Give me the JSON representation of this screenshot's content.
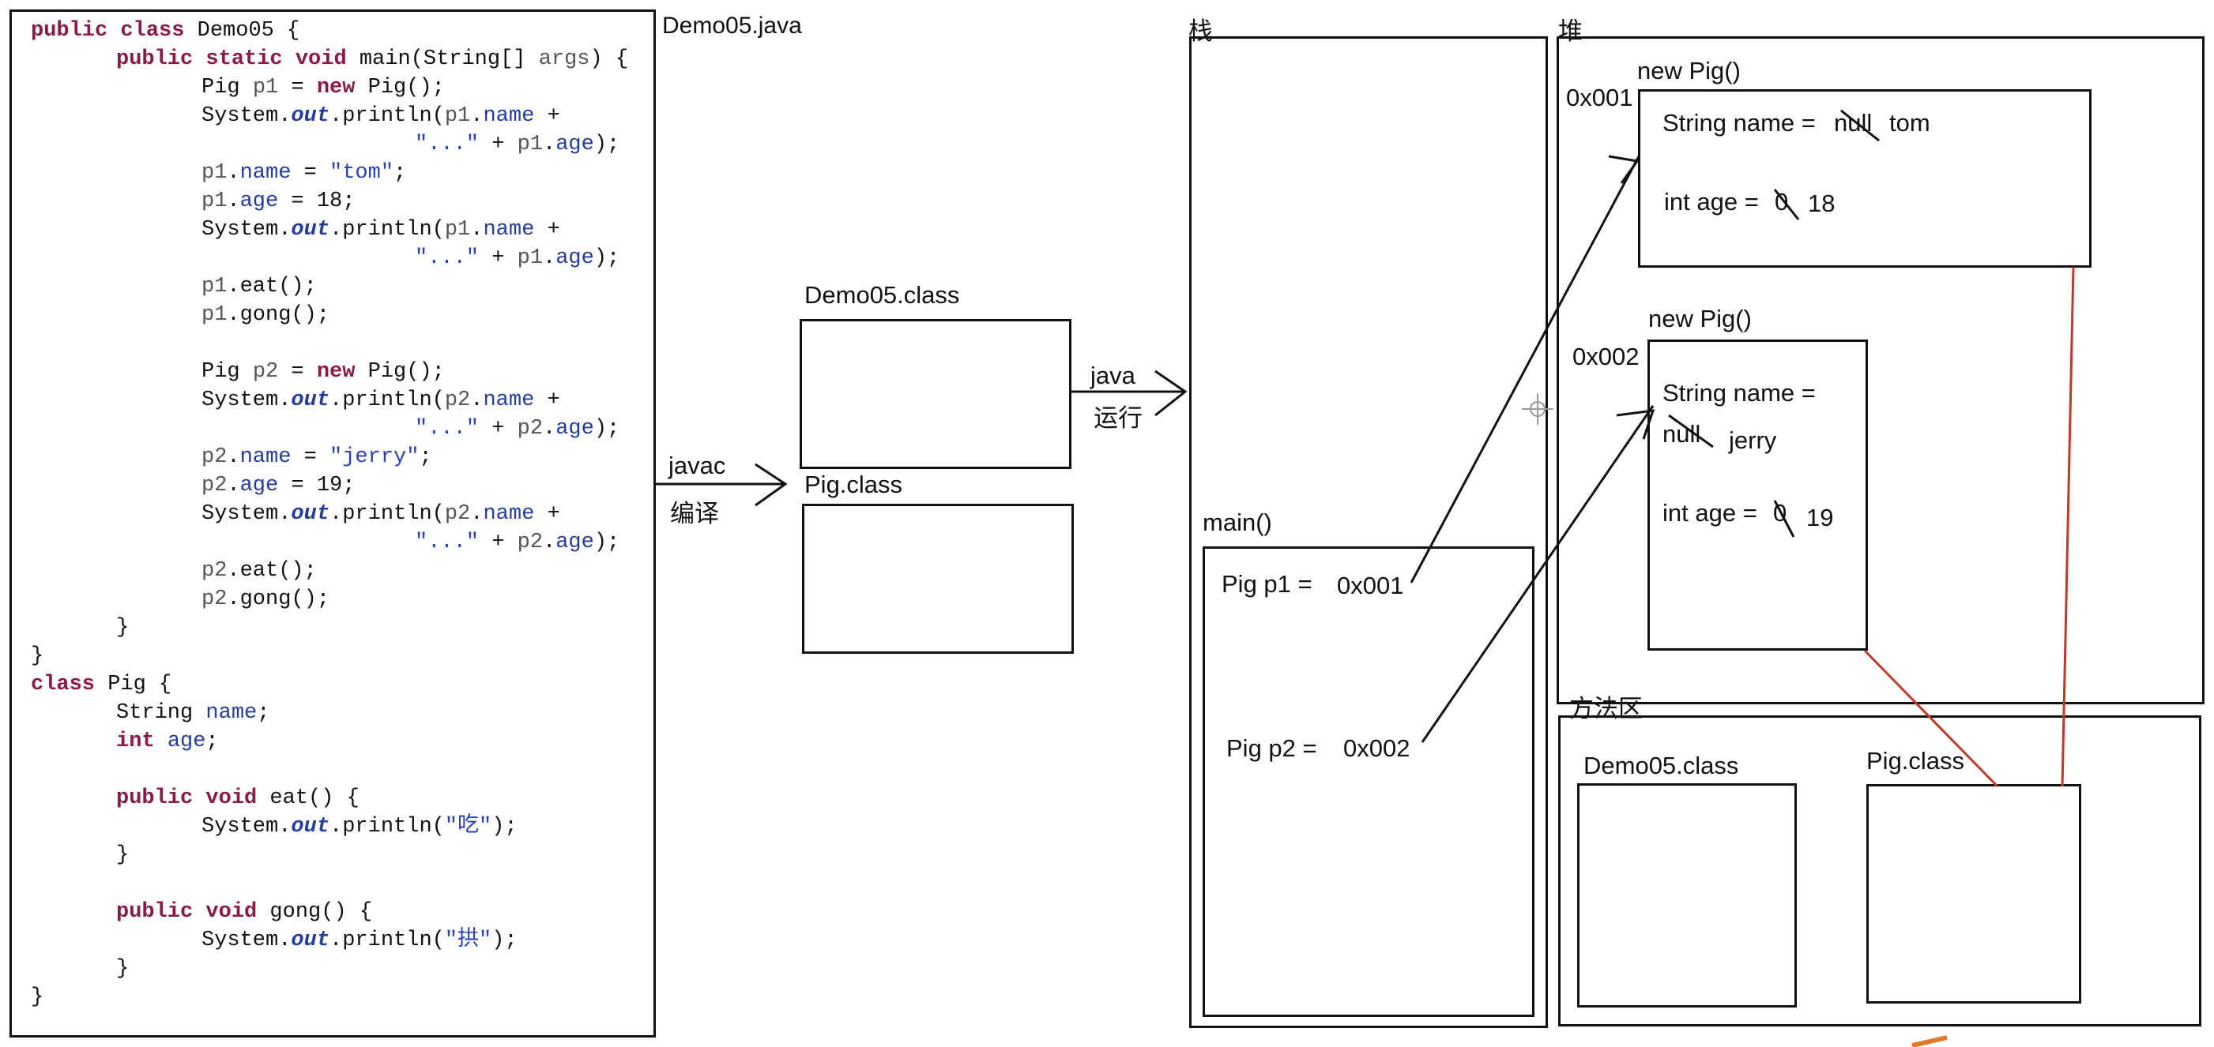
{
  "code": {
    "filename": "Demo05.java",
    "lines": [
      {
        "indent": 0,
        "tokens": [
          {
            "t": "public class",
            "c": "kw"
          },
          {
            "t": " Demo05 {",
            "c": ""
          }
        ]
      },
      {
        "indent": 1,
        "tokens": [
          {
            "t": "public static void",
            "c": "kw"
          },
          {
            "t": " main(String[] ",
            "c": ""
          },
          {
            "t": "args",
            "c": "var"
          },
          {
            "t": ") {",
            "c": ""
          }
        ]
      },
      {
        "indent": 2,
        "tokens": [
          {
            "t": "Pig ",
            "c": ""
          },
          {
            "t": "p1",
            "c": "var"
          },
          {
            "t": " = ",
            "c": ""
          },
          {
            "t": "new",
            "c": "kw"
          },
          {
            "t": " Pig();",
            "c": ""
          }
        ]
      },
      {
        "indent": 2,
        "tokens": [
          {
            "t": "System.",
            "c": ""
          },
          {
            "t": "out",
            "c": "st"
          },
          {
            "t": ".println(",
            "c": ""
          },
          {
            "t": "p1",
            "c": "var"
          },
          {
            "t": ".",
            "c": ""
          },
          {
            "t": "name",
            "c": "fld"
          },
          {
            "t": " +",
            "c": ""
          }
        ]
      },
      {
        "indent": 4.5,
        "tokens": [
          {
            "t": "\"...\"",
            "c": "str"
          },
          {
            "t": " + ",
            "c": ""
          },
          {
            "t": "p1",
            "c": "var"
          },
          {
            "t": ".",
            "c": ""
          },
          {
            "t": "age",
            "c": "fld"
          },
          {
            "t": ");",
            "c": ""
          }
        ]
      },
      {
        "indent": 2,
        "tokens": [
          {
            "t": "p1",
            "c": "var"
          },
          {
            "t": ".",
            "c": ""
          },
          {
            "t": "name",
            "c": "fld"
          },
          {
            "t": " = ",
            "c": ""
          },
          {
            "t": "\"tom\"",
            "c": "str"
          },
          {
            "t": ";",
            "c": ""
          }
        ]
      },
      {
        "indent": 2,
        "tokens": [
          {
            "t": "p1",
            "c": "var"
          },
          {
            "t": ".",
            "c": ""
          },
          {
            "t": "age",
            "c": "fld"
          },
          {
            "t": " = 18;",
            "c": ""
          }
        ]
      },
      {
        "indent": 2,
        "tokens": [
          {
            "t": "System.",
            "c": ""
          },
          {
            "t": "out",
            "c": "st"
          },
          {
            "t": ".println(",
            "c": ""
          },
          {
            "t": "p1",
            "c": "var"
          },
          {
            "t": ".",
            "c": ""
          },
          {
            "t": "name",
            "c": "fld"
          },
          {
            "t": " +",
            "c": ""
          }
        ]
      },
      {
        "indent": 4.5,
        "tokens": [
          {
            "t": "\"...\"",
            "c": "str"
          },
          {
            "t": " + ",
            "c": ""
          },
          {
            "t": "p1",
            "c": "var"
          },
          {
            "t": ".",
            "c": ""
          },
          {
            "t": "age",
            "c": "fld"
          },
          {
            "t": ");",
            "c": ""
          }
        ]
      },
      {
        "indent": 2,
        "tokens": [
          {
            "t": "p1",
            "c": "var"
          },
          {
            "t": ".eat();",
            "c": ""
          }
        ]
      },
      {
        "indent": 2,
        "tokens": [
          {
            "t": "p1",
            "c": "var"
          },
          {
            "t": ".gong();",
            "c": ""
          }
        ]
      },
      {
        "indent": 0,
        "tokens": []
      },
      {
        "indent": 2,
        "tokens": [
          {
            "t": "Pig ",
            "c": ""
          },
          {
            "t": "p2",
            "c": "var"
          },
          {
            "t": " = ",
            "c": ""
          },
          {
            "t": "new",
            "c": "kw"
          },
          {
            "t": " Pig();",
            "c": ""
          }
        ]
      },
      {
        "indent": 2,
        "tokens": [
          {
            "t": "System.",
            "c": ""
          },
          {
            "t": "out",
            "c": "st"
          },
          {
            "t": ".println(",
            "c": ""
          },
          {
            "t": "p2",
            "c": "var"
          },
          {
            "t": ".",
            "c": ""
          },
          {
            "t": "name",
            "c": "fld"
          },
          {
            "t": " +",
            "c": ""
          }
        ]
      },
      {
        "indent": 4.5,
        "tokens": [
          {
            "t": "\"...\"",
            "c": "str"
          },
          {
            "t": " + ",
            "c": ""
          },
          {
            "t": "p2",
            "c": "var"
          },
          {
            "t": ".",
            "c": ""
          },
          {
            "t": "age",
            "c": "fld"
          },
          {
            "t": ");",
            "c": ""
          }
        ]
      },
      {
        "indent": 2,
        "tokens": [
          {
            "t": "p2",
            "c": "var"
          },
          {
            "t": ".",
            "c": ""
          },
          {
            "t": "name",
            "c": "fld"
          },
          {
            "t": " = ",
            "c": ""
          },
          {
            "t": "\"jerry\"",
            "c": "str"
          },
          {
            "t": ";",
            "c": ""
          }
        ]
      },
      {
        "indent": 2,
        "tokens": [
          {
            "t": "p2",
            "c": "var"
          },
          {
            "t": ".",
            "c": ""
          },
          {
            "t": "age",
            "c": "fld"
          },
          {
            "t": " = 19;",
            "c": ""
          }
        ]
      },
      {
        "indent": 2,
        "tokens": [
          {
            "t": "System.",
            "c": ""
          },
          {
            "t": "out",
            "c": "st"
          },
          {
            "t": ".println(",
            "c": ""
          },
          {
            "t": "p2",
            "c": "var"
          },
          {
            "t": ".",
            "c": ""
          },
          {
            "t": "name",
            "c": "fld"
          },
          {
            "t": " +",
            "c": ""
          }
        ]
      },
      {
        "indent": 4.5,
        "tokens": [
          {
            "t": "\"...\"",
            "c": "str"
          },
          {
            "t": " + ",
            "c": ""
          },
          {
            "t": "p2",
            "c": "var"
          },
          {
            "t": ".",
            "c": ""
          },
          {
            "t": "age",
            "c": "fld"
          },
          {
            "t": ");",
            "c": ""
          }
        ]
      },
      {
        "indent": 2,
        "tokens": [
          {
            "t": "p2",
            "c": "var"
          },
          {
            "t": ".eat();",
            "c": ""
          }
        ]
      },
      {
        "indent": 2,
        "tokens": [
          {
            "t": "p2",
            "c": "var"
          },
          {
            "t": ".gong();",
            "c": ""
          }
        ]
      },
      {
        "indent": 1,
        "tokens": [
          {
            "t": "}",
            "c": ""
          }
        ]
      },
      {
        "indent": 0,
        "tokens": [
          {
            "t": "}",
            "c": ""
          }
        ]
      },
      {
        "indent": 0,
        "tokens": [
          {
            "t": "class",
            "c": "kw"
          },
          {
            "t": " Pig {",
            "c": ""
          }
        ]
      },
      {
        "indent": 1,
        "tokens": [
          {
            "t": "String ",
            "c": ""
          },
          {
            "t": "name",
            "c": "fld"
          },
          {
            "t": ";",
            "c": ""
          }
        ]
      },
      {
        "indent": 1,
        "tokens": [
          {
            "t": "int",
            "c": "kw"
          },
          {
            "t": " ",
            "c": ""
          },
          {
            "t": "age",
            "c": "fld"
          },
          {
            "t": ";",
            "c": ""
          }
        ]
      },
      {
        "indent": 0,
        "tokens": []
      },
      {
        "indent": 1,
        "tokens": [
          {
            "t": "public void",
            "c": "kw"
          },
          {
            "t": " eat() {",
            "c": ""
          }
        ]
      },
      {
        "indent": 2,
        "tokens": [
          {
            "t": "System.",
            "c": ""
          },
          {
            "t": "out",
            "c": "st"
          },
          {
            "t": ".println(",
            "c": ""
          },
          {
            "t": "\"吃\"",
            "c": "str"
          },
          {
            "t": ");",
            "c": ""
          }
        ]
      },
      {
        "indent": 1,
        "tokens": [
          {
            "t": "}",
            "c": ""
          }
        ]
      },
      {
        "indent": 0,
        "tokens": []
      },
      {
        "indent": 1,
        "tokens": [
          {
            "t": "public void",
            "c": "kw"
          },
          {
            "t": " gong() {",
            "c": ""
          }
        ]
      },
      {
        "indent": 2,
        "tokens": [
          {
            "t": "System.",
            "c": ""
          },
          {
            "t": "out",
            "c": "st"
          },
          {
            "t": ".println(",
            "c": ""
          },
          {
            "t": "\"拱\"",
            "c": "str"
          },
          {
            "t": ");",
            "c": ""
          }
        ]
      },
      {
        "indent": 1,
        "tokens": [
          {
            "t": "}",
            "c": ""
          }
        ]
      },
      {
        "indent": 0,
        "tokens": [
          {
            "t": "}",
            "c": ""
          }
        ]
      }
    ]
  },
  "compile": {
    "cmd": "javac",
    "label": "编译"
  },
  "run": {
    "cmd": "java",
    "label": "运行"
  },
  "class_files": {
    "demo": "Demo05.class",
    "pig": "Pig.class"
  },
  "stack": {
    "title": "栈",
    "frame": "main()",
    "p1_label": "Pig p1 =",
    "p1_value": "0x001",
    "p2_label": "Pig p2 =",
    "p2_value": "0x002"
  },
  "heap": {
    "title": "堆",
    "obj1": {
      "header": "new Pig()",
      "address": "0x001",
      "name_label": "String name =",
      "name_old": "null",
      "name_new": "tom",
      "age_label": "int age =",
      "age_old": "0",
      "age_new": "18"
    },
    "obj2": {
      "header": "new Pig()",
      "address": "0x002",
      "name_label": "String name =",
      "name_old": "null",
      "name_new": "jerry",
      "age_label": "int age =",
      "age_old": "0",
      "age_new": "19"
    }
  },
  "method_area": {
    "title": "方法区",
    "demo": "Demo05.class",
    "pig": "Pig.class"
  },
  "colors": {
    "keyword": "#8a1a4b",
    "field": "#243c9e",
    "string": "#2a3fb8",
    "line": "#111111",
    "red_link": "#c0392b"
  }
}
